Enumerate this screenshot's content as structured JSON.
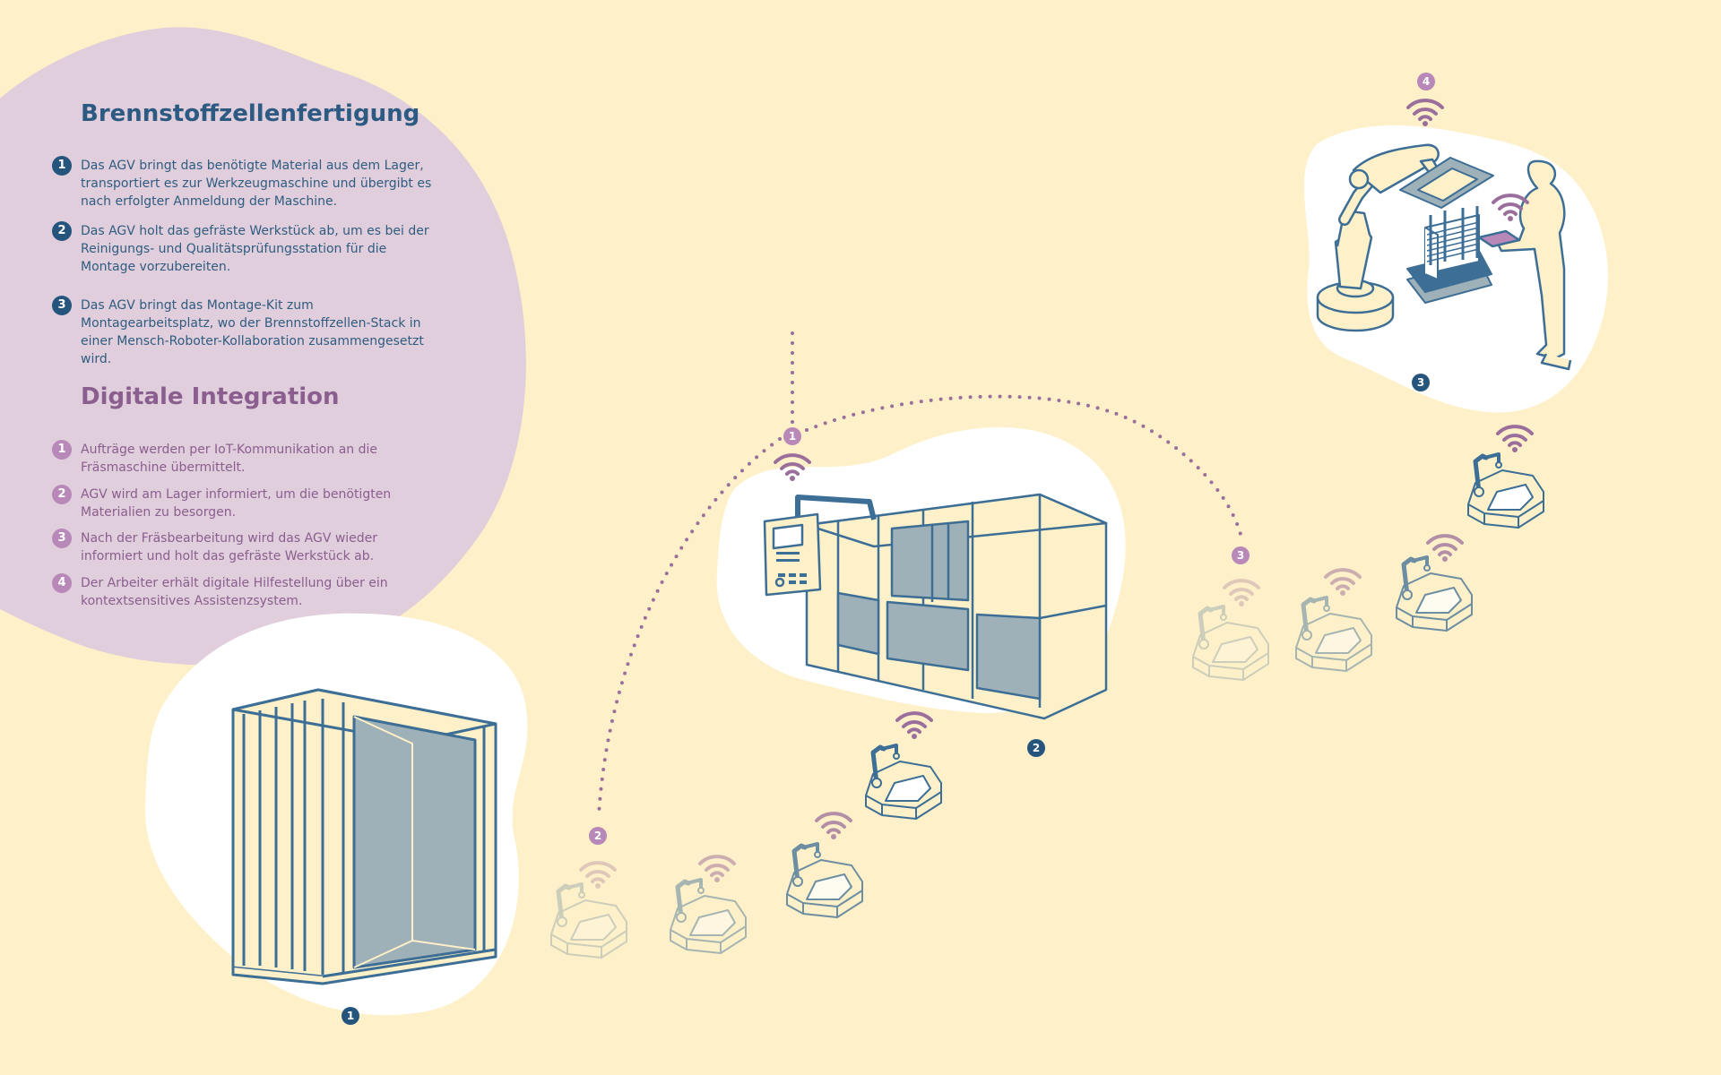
{
  "sections": {
    "fuel_cell": {
      "title": "Brennstoffzellenfertigung",
      "steps": [
        {
          "num": "1",
          "text": "Das AGV bringt das benötigte Material aus dem Lager, transportiert es zur Werkzeugmaschine und übergibt es nach erfolgter Anmeldung der Maschine."
        },
        {
          "num": "2",
          "text": "Das AGV holt das gefräste Werkstück ab, um es bei der Reinigungs- und Qualitätsprüfungsstation für die Montage vorzubereiten."
        },
        {
          "num": "3",
          "text": "Das AGV bringt das Montage-Kit zum Montagearbeitsplatz, wo der Brennstoffzellen-Stack in einer Mensch-Roboter-Kollaboration zusammengesetzt wird."
        }
      ]
    },
    "digital": {
      "title": "Digitale Integration",
      "steps": [
        {
          "num": "1",
          "text": "Aufträge werden per IoT-Kommunikation an die Fräsmaschine übermittelt."
        },
        {
          "num": "2",
          "text": "AGV wird am Lager informiert, um die benötigten Materialien zu besorgen."
        },
        {
          "num": "3",
          "text": "Nach der Fräsbearbeitung wird das AGV wieder informiert und holt das gefräste Werkstück ab."
        },
        {
          "num": "4",
          "text": "Der Arbeiter erhält digitale Hilfestellung über ein kontextsensitives Assistenzsystem."
        }
      ]
    }
  },
  "diagram_markers": {
    "process": [
      "1",
      "2",
      "3"
    ],
    "iot": [
      "1",
      "2",
      "3",
      "4"
    ]
  },
  "colors": {
    "background": "#fef0c8",
    "panel": "#e0cedc",
    "primary_blue": "#2c5a82",
    "mauve": "#8a5e8e",
    "mauve_light": "#b788b8",
    "line_blue": "#3d6e96",
    "fill_grey": "#9eb0b8",
    "white_bubble": "#ffffff"
  },
  "icons": [
    "wifi-icon",
    "agv-robot-icon",
    "warehouse-icon",
    "milling-machine-icon",
    "robot-arm-icon",
    "worker-icon",
    "fuel-cell-stack-icon"
  ]
}
